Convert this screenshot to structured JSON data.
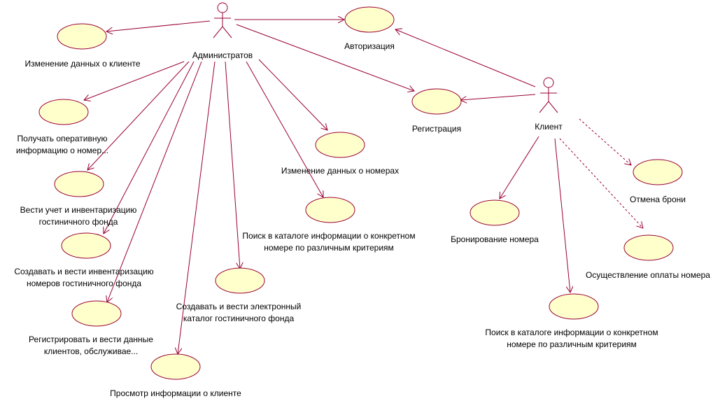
{
  "actors": [
    {
      "id": "admin",
      "label": "Администратов"
    },
    {
      "id": "client",
      "label": "Клиент"
    }
  ],
  "use_cases": [
    {
      "id": "auth",
      "label": [
        "Авторизация"
      ]
    },
    {
      "id": "edit_client",
      "label": [
        "Изменение данных о клиенте"
      ]
    },
    {
      "id": "op_info",
      "label": [
        "Получать  оперативную",
        "информацию  о номер..."
      ]
    },
    {
      "id": "registration",
      "label": [
        "Регистрация"
      ]
    },
    {
      "id": "edit_rooms",
      "label": [
        "Изменение данных о номерах"
      ]
    },
    {
      "id": "accounting",
      "label": [
        "Вести учет и инвентаризацию",
        "гостиничного фонда"
      ]
    },
    {
      "id": "cancel",
      "label": [
        "Отмена брони"
      ]
    },
    {
      "id": "search_admin",
      "label": [
        "Поиск в каталоге информации о конкретном",
        "номере по различным критериям"
      ]
    },
    {
      "id": "booking",
      "label": [
        "Бронирование номера"
      ]
    },
    {
      "id": "inventory",
      "label": [
        "Создавать и вести инвентаризацию",
        "номеров гостиничного фонда"
      ]
    },
    {
      "id": "payment",
      "label": [
        "Осуществление оплаты номера"
      ]
    },
    {
      "id": "catalog",
      "label": [
        "Создавать и вести электронный",
        "каталог гостиничного фонда"
      ]
    },
    {
      "id": "register_clients",
      "label": [
        "Регистрировать и вести данные",
        "клиентов, обслуживае..."
      ]
    },
    {
      "id": "search_client",
      "label": [
        "Поиск в каталоге информации о конкретном",
        "номере по различным критериям"
      ]
    },
    {
      "id": "view_client",
      "label": [
        "Просмотр информации о клиенте"
      ]
    }
  ]
}
